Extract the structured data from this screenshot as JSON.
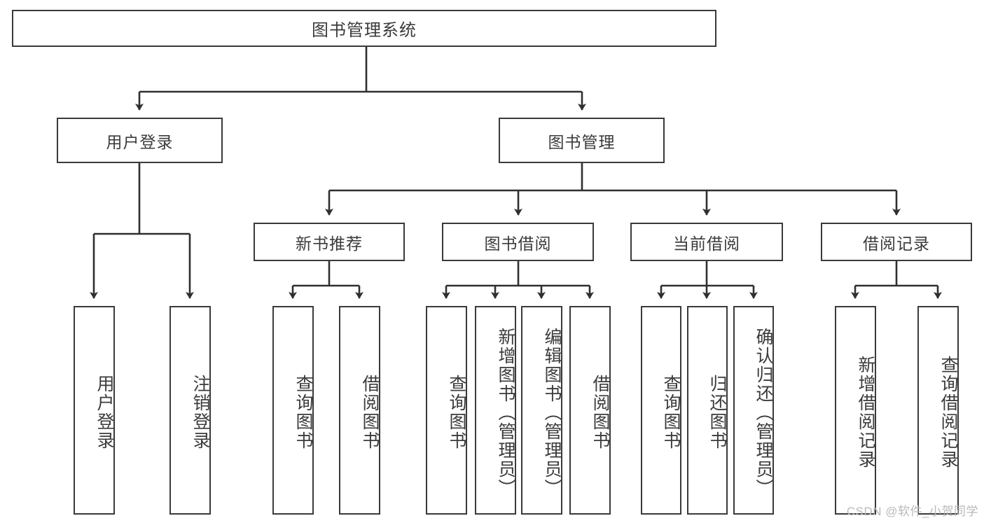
{
  "diagram": {
    "title": "图书管理系统",
    "type": "hierarchy-tree",
    "watermark": "CSDN @软件_小贺同学",
    "colors": {
      "box_border": "#3a3a3a",
      "box_fill": "#ffffff",
      "edge": "#2f2f2f",
      "text": "#3b3b3b",
      "watermark": "#b9b9b9",
      "background": "#ffffff"
    },
    "nodes": {
      "root": {
        "label": "图书管理系统"
      },
      "level2": [
        {
          "id": "user-login",
          "label": "用户登录"
        },
        {
          "id": "book-manage",
          "label": "图书管理"
        }
      ],
      "level3": [
        {
          "id": "new-book-recommend",
          "label": "新书推荐"
        },
        {
          "id": "book-borrow",
          "label": "图书借阅"
        },
        {
          "id": "current-borrow",
          "label": "当前借阅"
        },
        {
          "id": "borrow-record",
          "label": "借阅记录"
        }
      ],
      "leaves": {
        "user_login": [
          {
            "id": "leaf-user-login",
            "label": "用户登录"
          },
          {
            "id": "leaf-logout-login",
            "label": "注销登录"
          }
        ],
        "new_book_recommend": [
          {
            "id": "leaf-query-book-1",
            "label": "查询图书"
          },
          {
            "id": "leaf-borrow-book-1",
            "label": "借阅图书"
          }
        ],
        "book_borrow": [
          {
            "id": "leaf-query-book-2",
            "label": "查询图书"
          },
          {
            "id": "leaf-add-book",
            "label": "新增图书（管理员）"
          },
          {
            "id": "leaf-edit-book",
            "label": "编辑图书（管理员）"
          },
          {
            "id": "leaf-borrow-book-2",
            "label": "借阅图书"
          }
        ],
        "current_borrow": [
          {
            "id": "leaf-query-book-3",
            "label": "查询图书"
          },
          {
            "id": "leaf-return-book",
            "label": "归还图书"
          },
          {
            "id": "leaf-confirm-return",
            "label": "确认归还（管理员）"
          }
        ],
        "borrow_record": [
          {
            "id": "leaf-add-borrow-record",
            "label": "新增借阅记录"
          },
          {
            "id": "leaf-query-borrow-record",
            "label": "查询借阅记录"
          }
        ]
      }
    }
  }
}
